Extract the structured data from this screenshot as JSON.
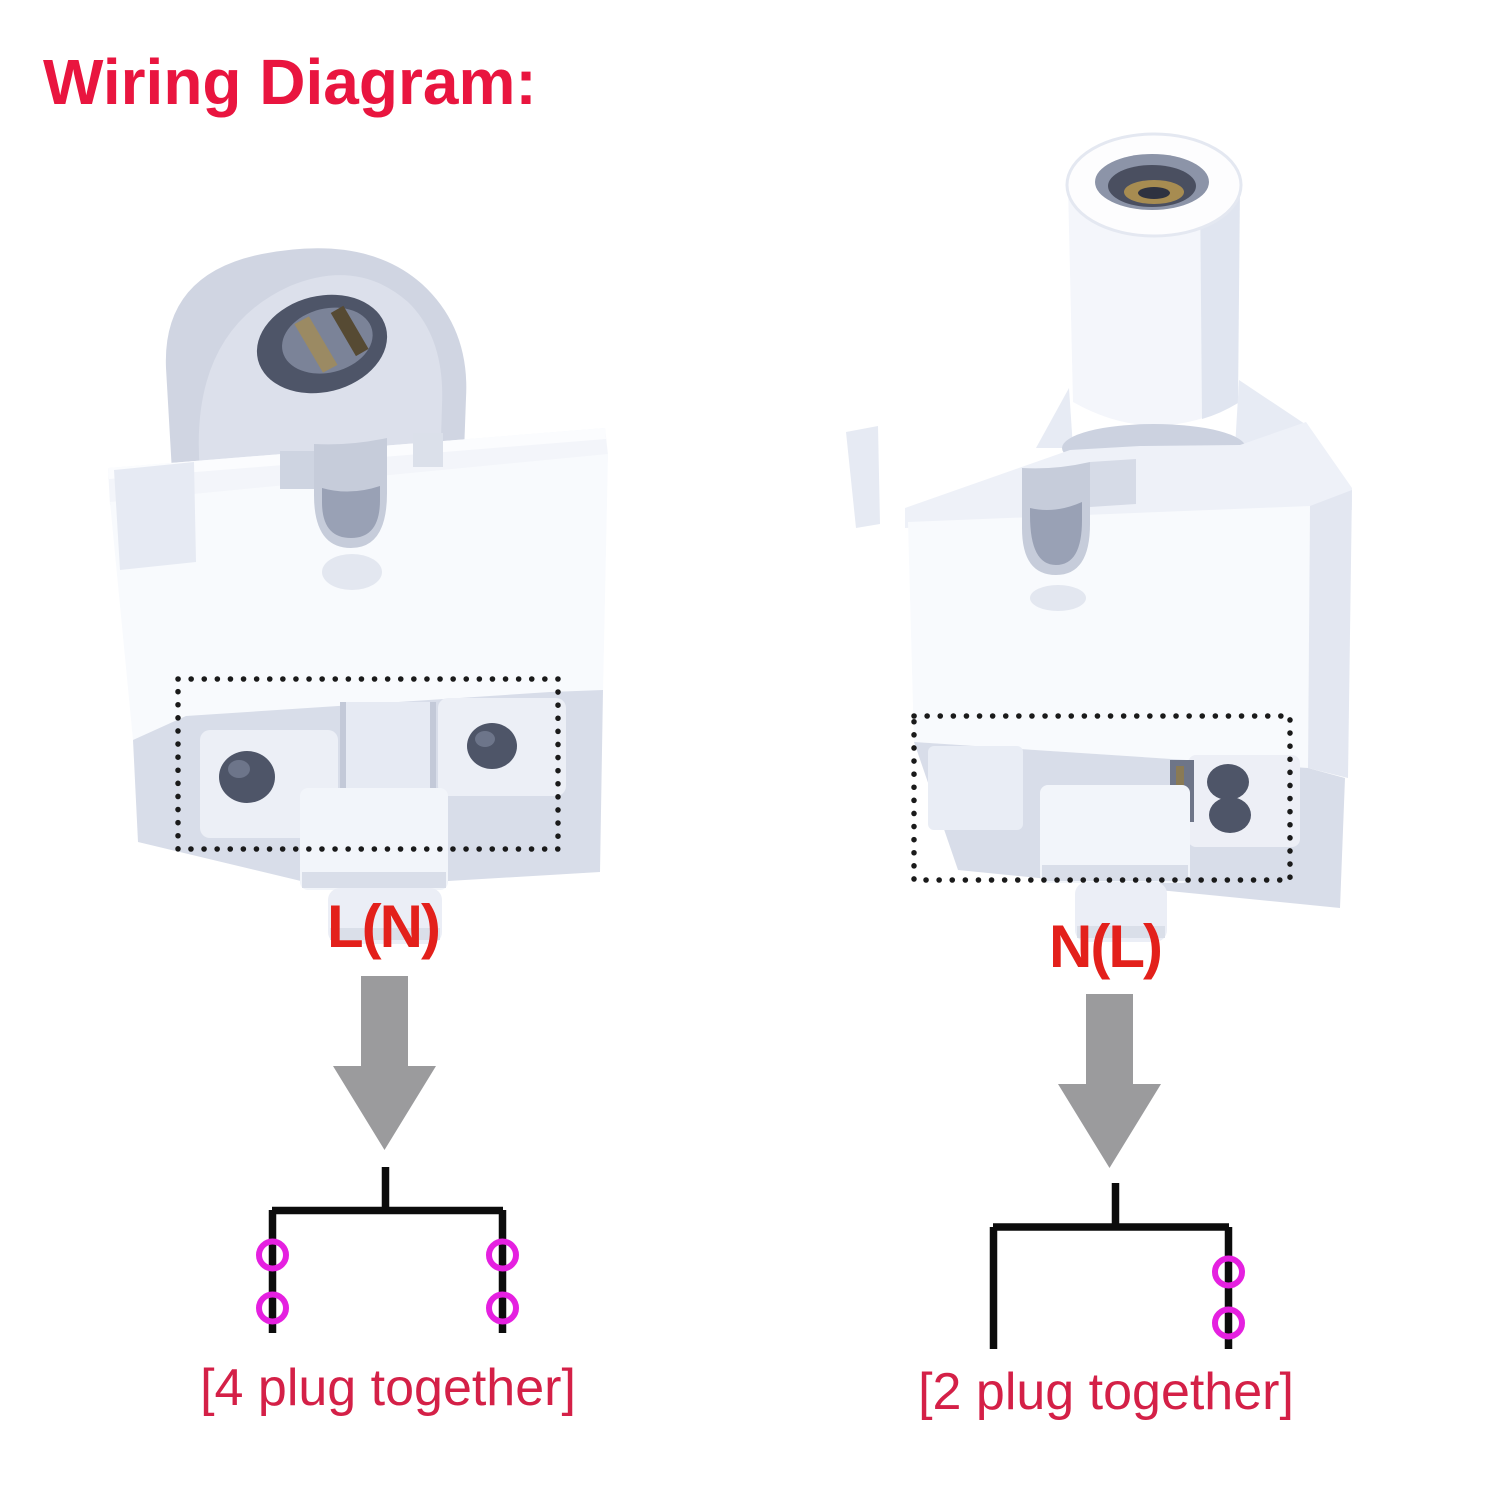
{
  "title": "Wiring Diagram:",
  "colors": {
    "title_text": "#e9153f",
    "terminal_label_text": "#e3201b",
    "caption_text": "#d42047",
    "arrow": "#9b9b9d",
    "connector_ring": "#e520e0",
    "wire_line": "#0c0c0c",
    "highlight_box_dots": "#1a1a1a",
    "holder_plastic": "#f8fafd"
  },
  "left": {
    "photo": "lamp-holder-bottom-view-photo",
    "highlight_box": "dotted-terminal-outline",
    "terminal_label": "L(N)",
    "arrow_icon": "down-block-arrow",
    "plug_count": 4,
    "caption": "[4 plug together]"
  },
  "right": {
    "photo": "lamp-holder-with-socket-post-photo",
    "highlight_box": "dotted-terminal-outline",
    "terminal_label": "N(L)",
    "arrow_icon": "down-block-arrow",
    "plug_count": 2,
    "caption": "[2 plug together]"
  }
}
